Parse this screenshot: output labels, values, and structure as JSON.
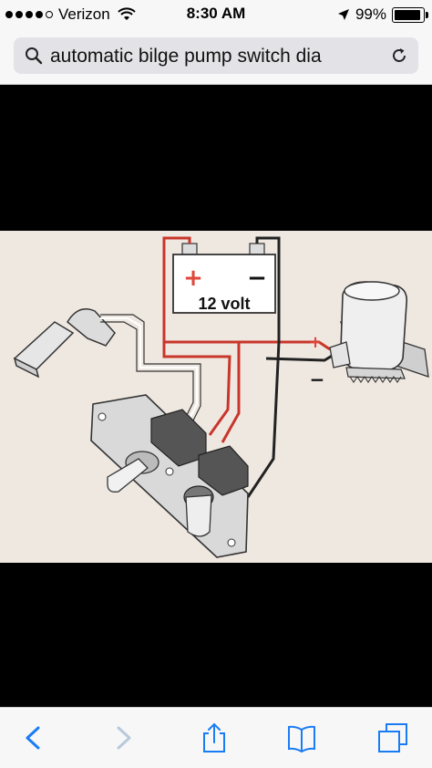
{
  "status_bar": {
    "carrier": "Verizon",
    "time": "8:30 AM",
    "battery": "99%",
    "battery_level": 0.99,
    "signal_bars": 4,
    "icons": [
      "signal-dots-icon",
      "wifi-icon",
      "location-arrow-icon",
      "battery-icon"
    ]
  },
  "search": {
    "query": "automatic bilge pump switch dia",
    "icons": [
      "search-icon",
      "reload-icon"
    ]
  },
  "diagram": {
    "battery_label": "12 volt",
    "battery_plus": "+",
    "battery_minus": "−",
    "pump_plus": "+",
    "pump_minus": "−",
    "colors": {
      "positive_wire": "#c8362b",
      "negative_wire": "#222222",
      "plus_marker": "#e0463a"
    }
  },
  "toolbar": {
    "icons": [
      "back-icon",
      "forward-icon",
      "share-icon",
      "bookmarks-icon",
      "tabs-icon"
    ],
    "accent": "#1a7cf5"
  }
}
